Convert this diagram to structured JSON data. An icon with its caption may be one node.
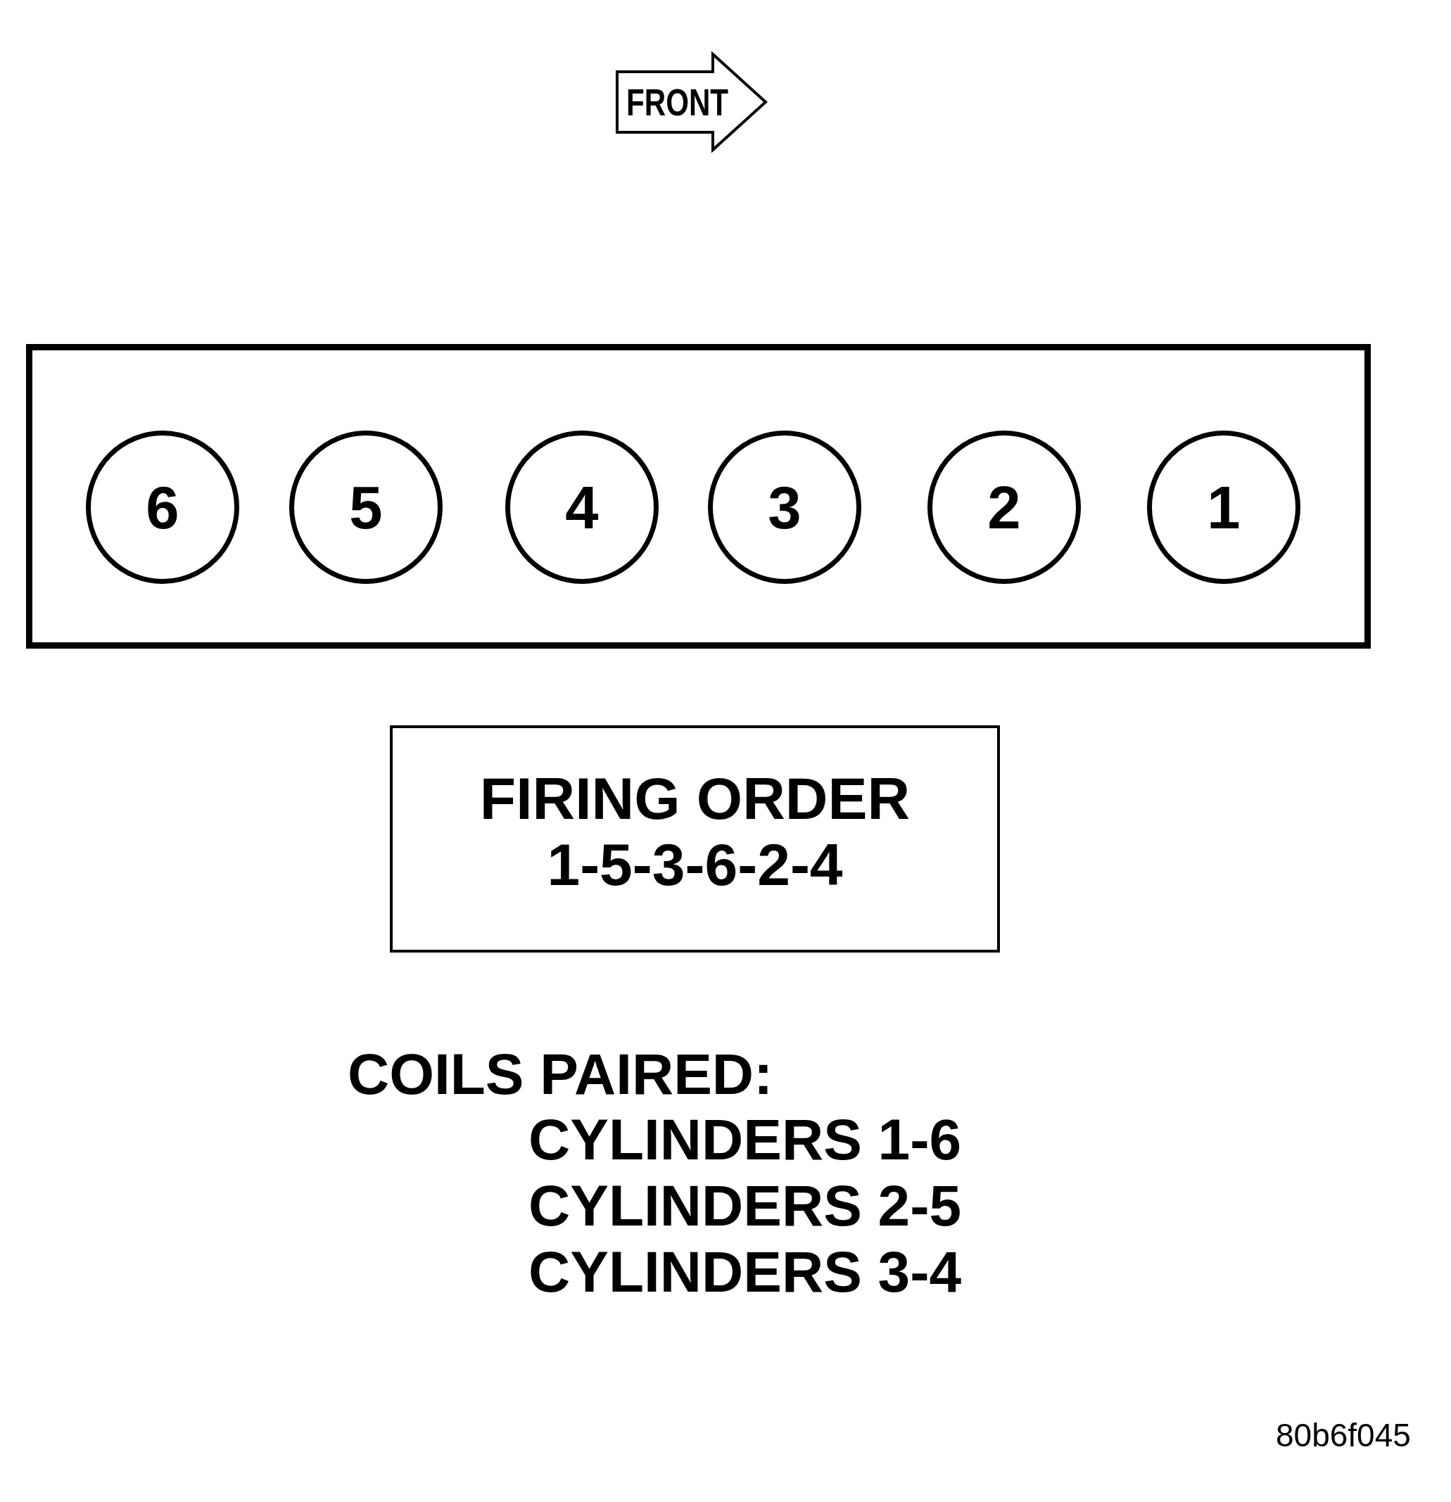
{
  "diagram": {
    "nodes": [
      {
        "text": [
          "FRONT"
        ]
      },
      {
        "text": [],
        "shape": "box"
      },
      {
        "text": [
          "6"
        ],
        "in": 1
      },
      {
        "text": [
          "5"
        ],
        "in": 1
      },
      {
        "text": [
          "4"
        ],
        "in": 1
      },
      {
        "text": [
          "3"
        ],
        "in": 1
      },
      {
        "text": [
          "2"
        ],
        "in": 1
      },
      {
        "text": [
          "1"
        ],
        "in": 1
      },
      {
        "text": [
          "FIRING ORDER",
          "1-5-3-6-2-4"
        ]
      }
    ],
    "labels": [
      "COILS PAIRED:",
      "CYLINDERS 1-6",
      "CYLINDERS 2-5",
      "CYLINDERS 3-4",
      "80b6f045"
    ]
  }
}
